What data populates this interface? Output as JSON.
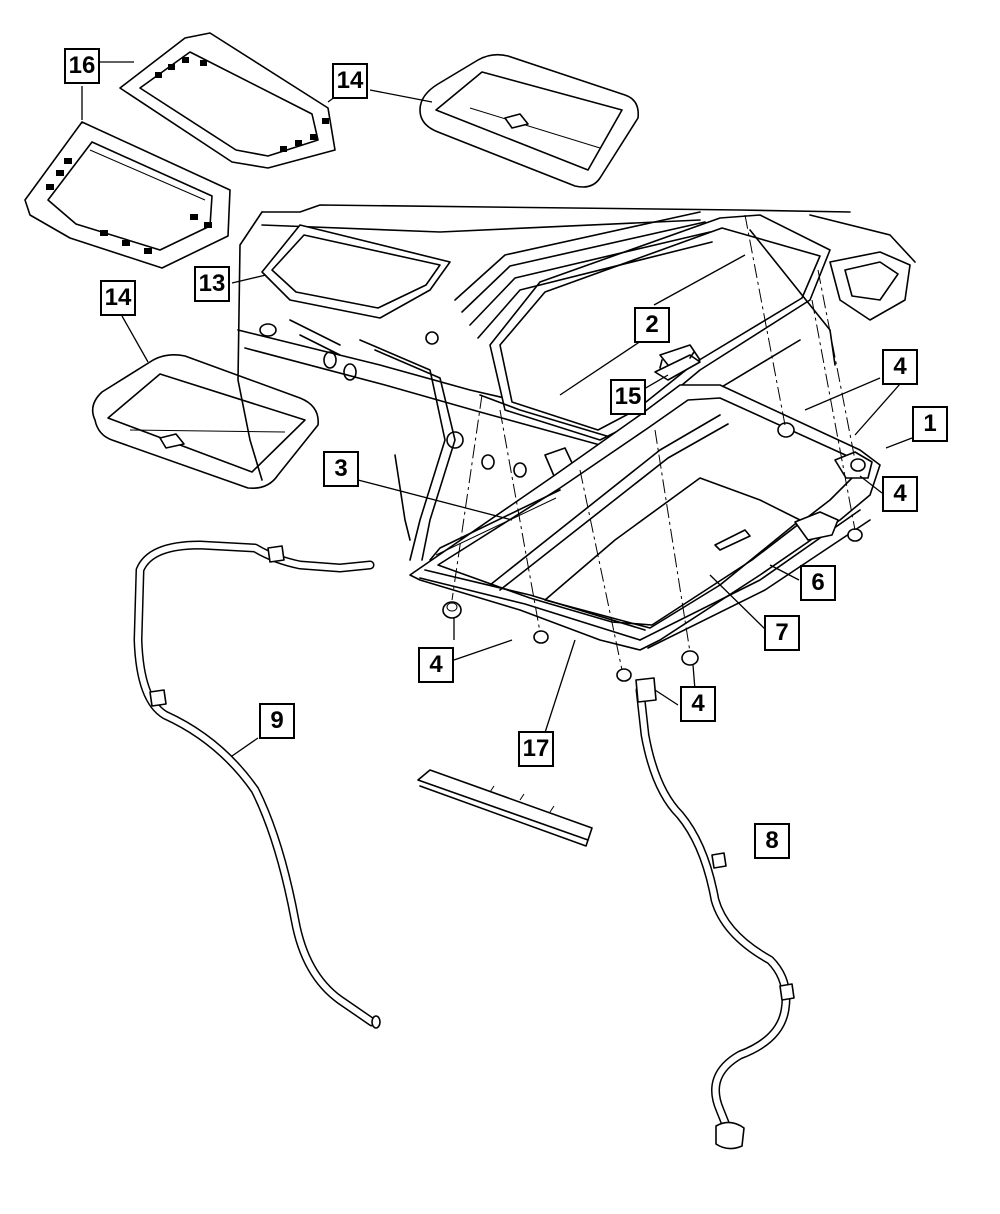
{
  "callouts": {
    "c1": "1",
    "c2": "2",
    "c3": "3",
    "c4a": "4",
    "c4b": "4",
    "c4c": "4",
    "c4d": "4",
    "c6": "6",
    "c7": "7",
    "c8": "8",
    "c9": "9",
    "c13": "13",
    "c14a": "14",
    "c14b": "14",
    "c15": "15",
    "c16": "16",
    "c17": "17"
  },
  "colors": {
    "line": "#000000",
    "background": "#ffffff"
  }
}
